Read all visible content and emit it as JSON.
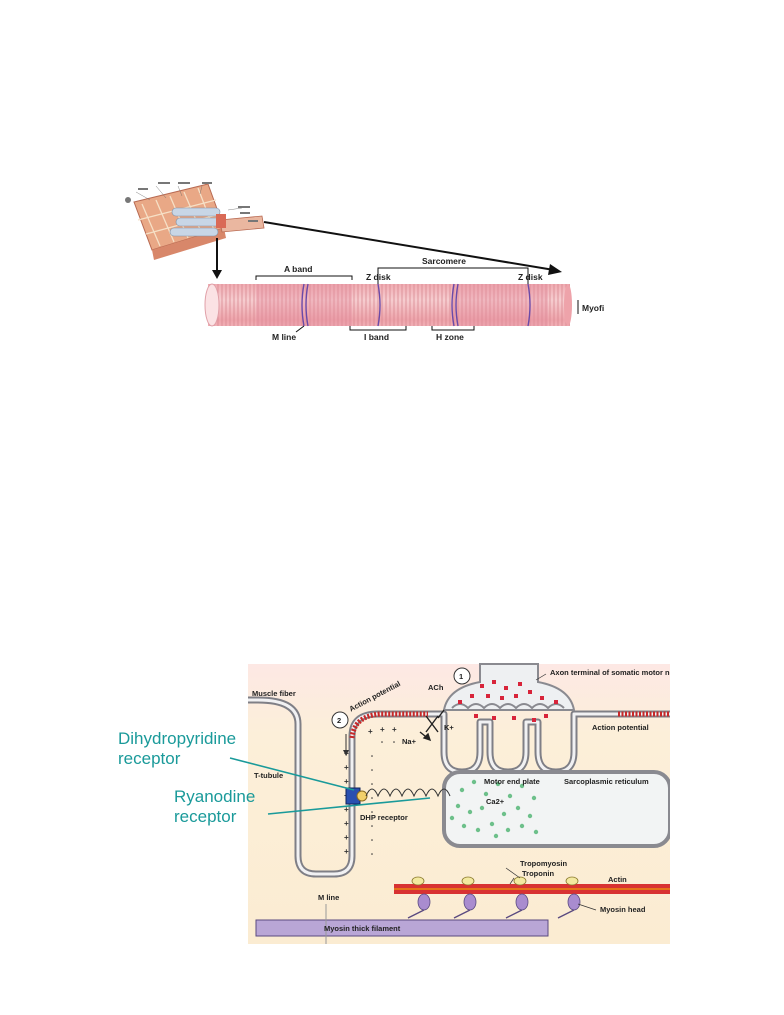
{
  "top_figure": {
    "labels": {
      "a_band": "A band",
      "sarcomere": "Sarcomere",
      "z_disk_left": "Z disk",
      "z_disk_right": "Z disk",
      "m_line": "M line",
      "i_band": "I band",
      "h_zone": "H zone",
      "myofibril": "Myofi"
    }
  },
  "bottom_figure": {
    "labels": {
      "step_1": "1",
      "step_2": "2",
      "axon_terminal": "Axon terminal of somatic motor neuron",
      "ach": "ACh",
      "muscle_fiber": "Muscle fiber",
      "action_potential_left": "Action potential",
      "action_potential_right": "Action potential",
      "k_plus": "K+",
      "na_plus": "Na+",
      "motor_end_plate": "Motor end plate",
      "sarcoplasmic_reticulum": "Sarcoplasmic reticulum",
      "t_tubule": "T-tubule",
      "ca": "Ca2+",
      "dhp_receptor": "DHP receptor",
      "tropomyosin": "Tropomyosin",
      "troponin": "Troponin",
      "actin": "Actin",
      "m_line": "M line",
      "myosin_thick_filament": "Myosin thick filament",
      "myosin_head": "Myosin head"
    },
    "callouts": {
      "dihydropyridine_line1": "Dihydropyridine",
      "dihydropyridine_line2": "receptor",
      "ryanodine_line1": "Ryanodine",
      "ryanodine_line2": "receptor"
    }
  },
  "colors": {
    "teal_callout": "#1a9a9a",
    "myofibril_pink": "#f2b9bd",
    "background_cream": "#fbeed6",
    "actin_red": "#d83232",
    "myosin_purple": "#b9a6d6",
    "sr_fill": "#f2f4f4",
    "ca_green": "#6dc08a",
    "ach_red": "#d8243a"
  }
}
